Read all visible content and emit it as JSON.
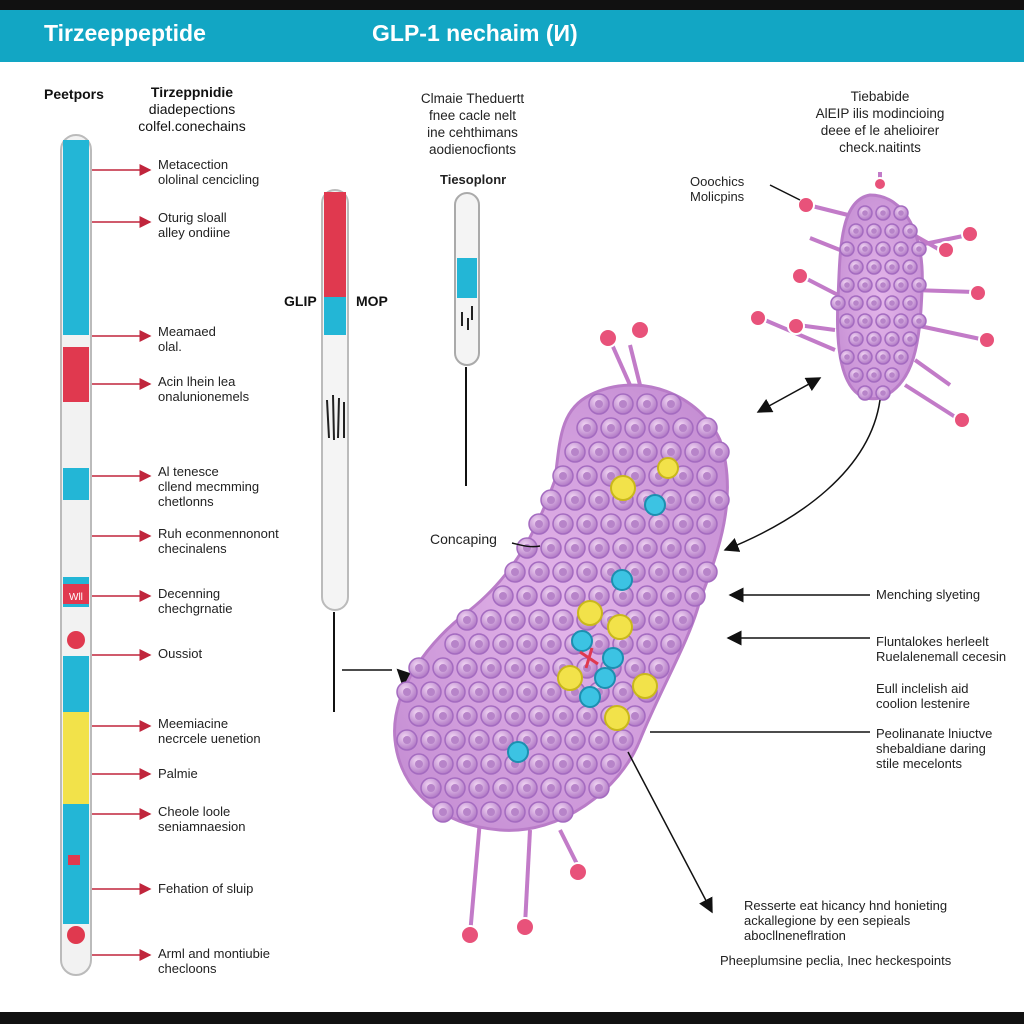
{
  "header": {
    "title_left": "Tirzeeppeptide",
    "title_right": "GLP-1 nechaim (И)"
  },
  "left_column": {
    "heading_receptors": "Peetpors",
    "heading_main": [
      "Tirzeppnidie",
      "diadepections",
      "colfel.conechains"
    ],
    "labels": [
      [
        "Metacection",
        "ololinal cencicling"
      ],
      [
        "Oturig sloall",
        "alley ondiine"
      ],
      [
        "Meamaed",
        "olal."
      ],
      [
        "Acin lhein lea",
        "onalunionemels"
      ],
      [
        "Al tenesce",
        "cllend mecmming",
        "chetlonns"
      ],
      [
        "Ruh econmennonont",
        "checinalens"
      ],
      [
        "Decenning",
        "chechgrnatie"
      ],
      [
        "Oussiot"
      ],
      [
        "Meemiacine",
        "necrcele uenetion"
      ],
      [
        "Palmie"
      ],
      [
        "Cheole loole",
        "seniamnaesion"
      ],
      [
        "Fehation of sluip"
      ],
      [
        "Arml and montiubie",
        "checloons"
      ]
    ]
  },
  "tube_labels": {
    "glp": "GLIP",
    "mop": "MOP",
    "block_tag": "Wll"
  },
  "middle": {
    "text_block": [
      "Clmaie Theduertt",
      "fnee cacle nelt",
      "ine cehthimans",
      "aodienocfionts"
    ],
    "small_tube_label": "Tiesoplonr"
  },
  "right_top": {
    "text_block": [
      "Tiebabide",
      "AlEIP ilis modincioing",
      "deee ef le ahelioirer",
      "check.naitints"
    ]
  },
  "diagram_labels": {
    "molecule_label": [
      "Ooochics",
      "Molicpins"
    ],
    "concaping": "Concaping",
    "right_labels": [
      [
        "Menching slyeting"
      ],
      [
        "Fluntalokes herleelt",
        "Ruelalenemall cecesin"
      ],
      [
        "Eull inclelish aid",
        "coolion lestenire"
      ],
      [
        "Peolinanate lniuctve",
        "shebaldiane daring",
        "stile mecelonts"
      ]
    ],
    "bottom_note": [
      "Resserte eat hicancy hnd honieting",
      "ackallegione by een sepieals",
      "abocllneneflration"
    ],
    "bottom_caption": "Pheeplumsine peclia, Inec heckespoints"
  },
  "colors": {
    "header_bg": "#12a6c4",
    "cyan": "#23b6d6",
    "red": "#e0394f",
    "yellow": "#f2e24a",
    "cell_purple": "#d9a3e0",
    "cell_dark": "#a46bc0",
    "arrow_red": "#c0253c"
  },
  "icons": [
    "arrow-right-icon",
    "double-arrow-icon",
    "cell-icon",
    "molecule-icon",
    "test-tube-icon"
  ]
}
